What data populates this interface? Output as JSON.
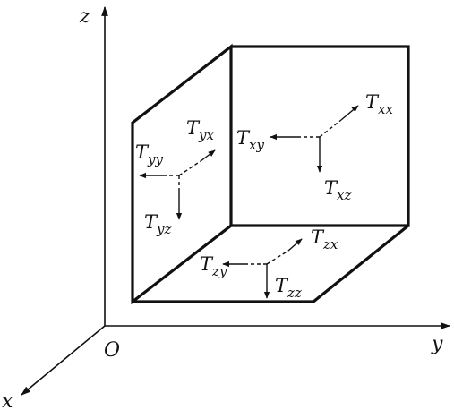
{
  "axes": {
    "x_label": "x",
    "y_label": "y",
    "z_label": "z",
    "origin_label": "O"
  },
  "stresses": {
    "front_face": {
      "normal": {
        "symbol": "T",
        "sub": "xx"
      },
      "shear_y": {
        "symbol": "T",
        "sub": "xy"
      },
      "shear_z": {
        "symbol": "T",
        "sub": "xz"
      }
    },
    "side_face": {
      "shear_x": {
        "symbol": "T",
        "sub": "yx"
      },
      "normal": {
        "symbol": "T",
        "sub": "yy"
      },
      "shear_z": {
        "symbol": "T",
        "sub": "yz"
      }
    },
    "bottom_face": {
      "shear_x": {
        "symbol": "T",
        "sub": "zx"
      },
      "shear_y": {
        "symbol": "T",
        "sub": "zy"
      },
      "normal": {
        "symbol": "T",
        "sub": "zz"
      }
    }
  }
}
